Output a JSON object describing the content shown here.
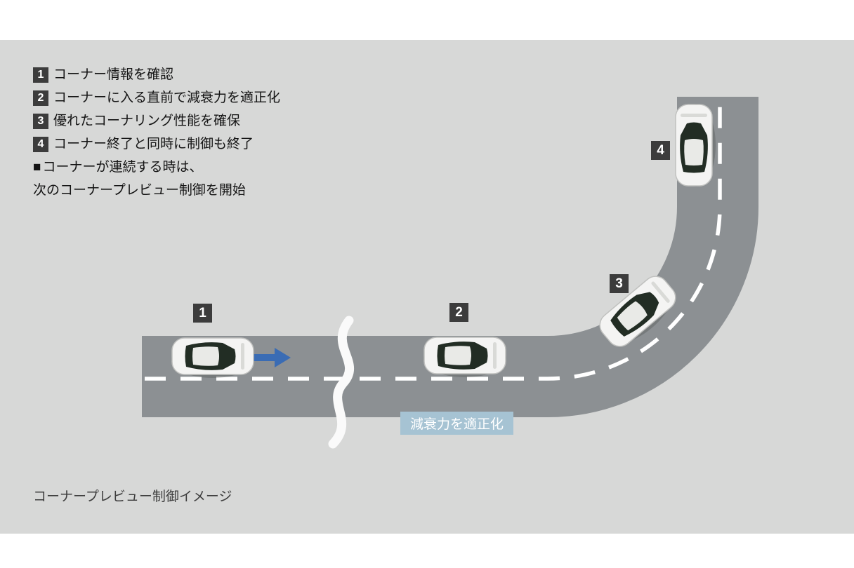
{
  "legend": {
    "items": [
      {
        "num": "1",
        "text": "コーナー情報を確認"
      },
      {
        "num": "2",
        "text": "コーナーに入る直前で減衰力を適正化"
      },
      {
        "num": "3",
        "text": "優れたコーナリング性能を確保"
      },
      {
        "num": "4",
        "text": "コーナー終了と同時に制御も終了"
      }
    ],
    "note_marker": "■",
    "note_line1": "コーナーが連続する時は、",
    "note_line2": "次のコーナープレビュー制御を開始"
  },
  "diagram": {
    "step_badges": [
      "1",
      "2",
      "3",
      "4"
    ],
    "damping_label": "減衰力を適正化"
  },
  "caption": "コーナープレビュー制御イメージ",
  "colors": {
    "panel_background": "#d7d8d7",
    "road": "#8c9093",
    "lane_marking": "#ffffff",
    "step_badge": "#3c3c3c",
    "arrow": "#3a6cb4",
    "damping_label_background": "#a6c3d3",
    "car_body": "#f4f4f3",
    "car_window": "#222d24"
  }
}
